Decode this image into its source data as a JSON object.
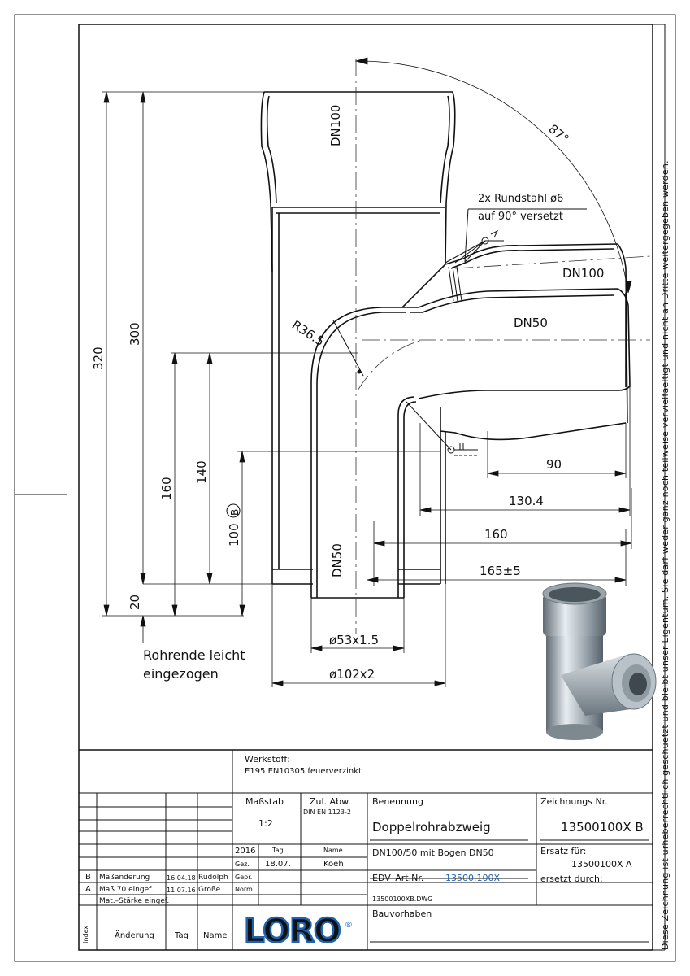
{
  "drawing": {
    "labels": {
      "dn100_main": "DN100",
      "dn100_branch": "DN100",
      "dn50_branch": "DN50",
      "dn50_bottom": "DN50",
      "radius": "R36.5",
      "angle": "87°",
      "rebar_line1": "2x Rundstahl ø6",
      "rebar_line2": "auf 90° versetzt",
      "dim_320": "320",
      "dim_300": "300",
      "dim_160v": "160",
      "dim_140": "140",
      "dim_100": "100",
      "dim_100_mark": "B",
      "dim_20": "20",
      "dim_90": "90",
      "dim_130": "130.4",
      "dim_160h": "160",
      "dim_165": "165±5",
      "dim_53": "ø53x1.5",
      "dim_102": "ø102x2",
      "note_line1": "Rohrende leicht",
      "note_line2": "eingezogen"
    }
  },
  "title_block": {
    "material_label": "Werkstoff:",
    "material_value": "E195 EN10305 feuerverzinkt",
    "scale_label": "Maßstab",
    "scale_value": "1:2",
    "tolerance_label": "Zul. Abw.",
    "tolerance_value": "DIN EN 1123-2",
    "name_label": "Benennung",
    "name_value": "Doppelrohrabzweig",
    "desc_value": "DN100/50 mit Bogen DN50",
    "drawing_no_label": "Zeichnungs Nr.",
    "drawing_no_value": "13500100X B",
    "replaces_label": "Ersatz für:",
    "replaces_value": "13500100X A",
    "replaced_by_label": "ersetzt durch:",
    "edv_label": "EDV–Art.Nr.",
    "edv_value": "13500.100X",
    "file_name": "13500100XB.DWG",
    "project_label": "Bauvorhaben",
    "year": "2016",
    "day_label": "Tag",
    "name_col_label": "Name",
    "drawn_label": "Gez.",
    "drawn_date": "18.07.",
    "drawn_name": "Koeh",
    "checked_label": "Gepr.",
    "norm_label": "Norm.",
    "brand": "LORO",
    "rev_header_index": "Index",
    "rev_header_change": "Änderung",
    "rev_header_day": "Tag",
    "rev_header_name": "Name",
    "revisions": [
      {
        "index": "B",
        "change": "Maßänderung",
        "day": "16.04.18",
        "name": "Rudolph"
      },
      {
        "index": "A",
        "change": "Maß 70 eingef.",
        "day": "11.07.16",
        "name": "Große"
      },
      {
        "index": "",
        "change": "Mat.–Stärke eingef.",
        "day": "",
        "name": ""
      }
    ]
  },
  "copyright_note": "Diese Zeichnung ist urheberrechtlich geschuetzt und bleibt unser Eigentum. Sie darf weder ganz noch teilweise vervielfaeltigt und nicht an Dritte weitergegeben werden."
}
